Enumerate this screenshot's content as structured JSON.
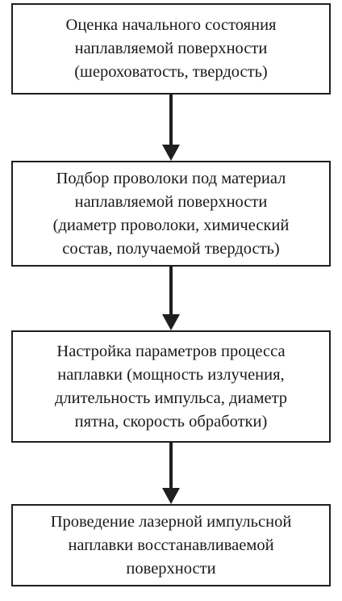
{
  "steps": [
    {
      "lines": [
        "Оценка начального состояния",
        "наплавляемой поверхности",
        "(шероховатость, твердость)"
      ]
    },
    {
      "lines": [
        "Подбор проволоки под материал",
        "наплавляемой поверхности",
        "(диаметр проволоки, химический",
        "состав, получаемой твердость)"
      ]
    },
    {
      "lines": [
        "Настройка параметров процесса",
        "наплавки (мощность излучения,",
        "длительность импульса, диаметр",
        "пятна, скорость обработки)"
      ]
    },
    {
      "lines": [
        "Проведение лазерной импульсной",
        "наплавки восстанавливаемой",
        "поверхности"
      ]
    }
  ],
  "colors": {
    "stroke": "#1f1f1f",
    "text": "#1a1a1a",
    "background": "#ffffff"
  }
}
